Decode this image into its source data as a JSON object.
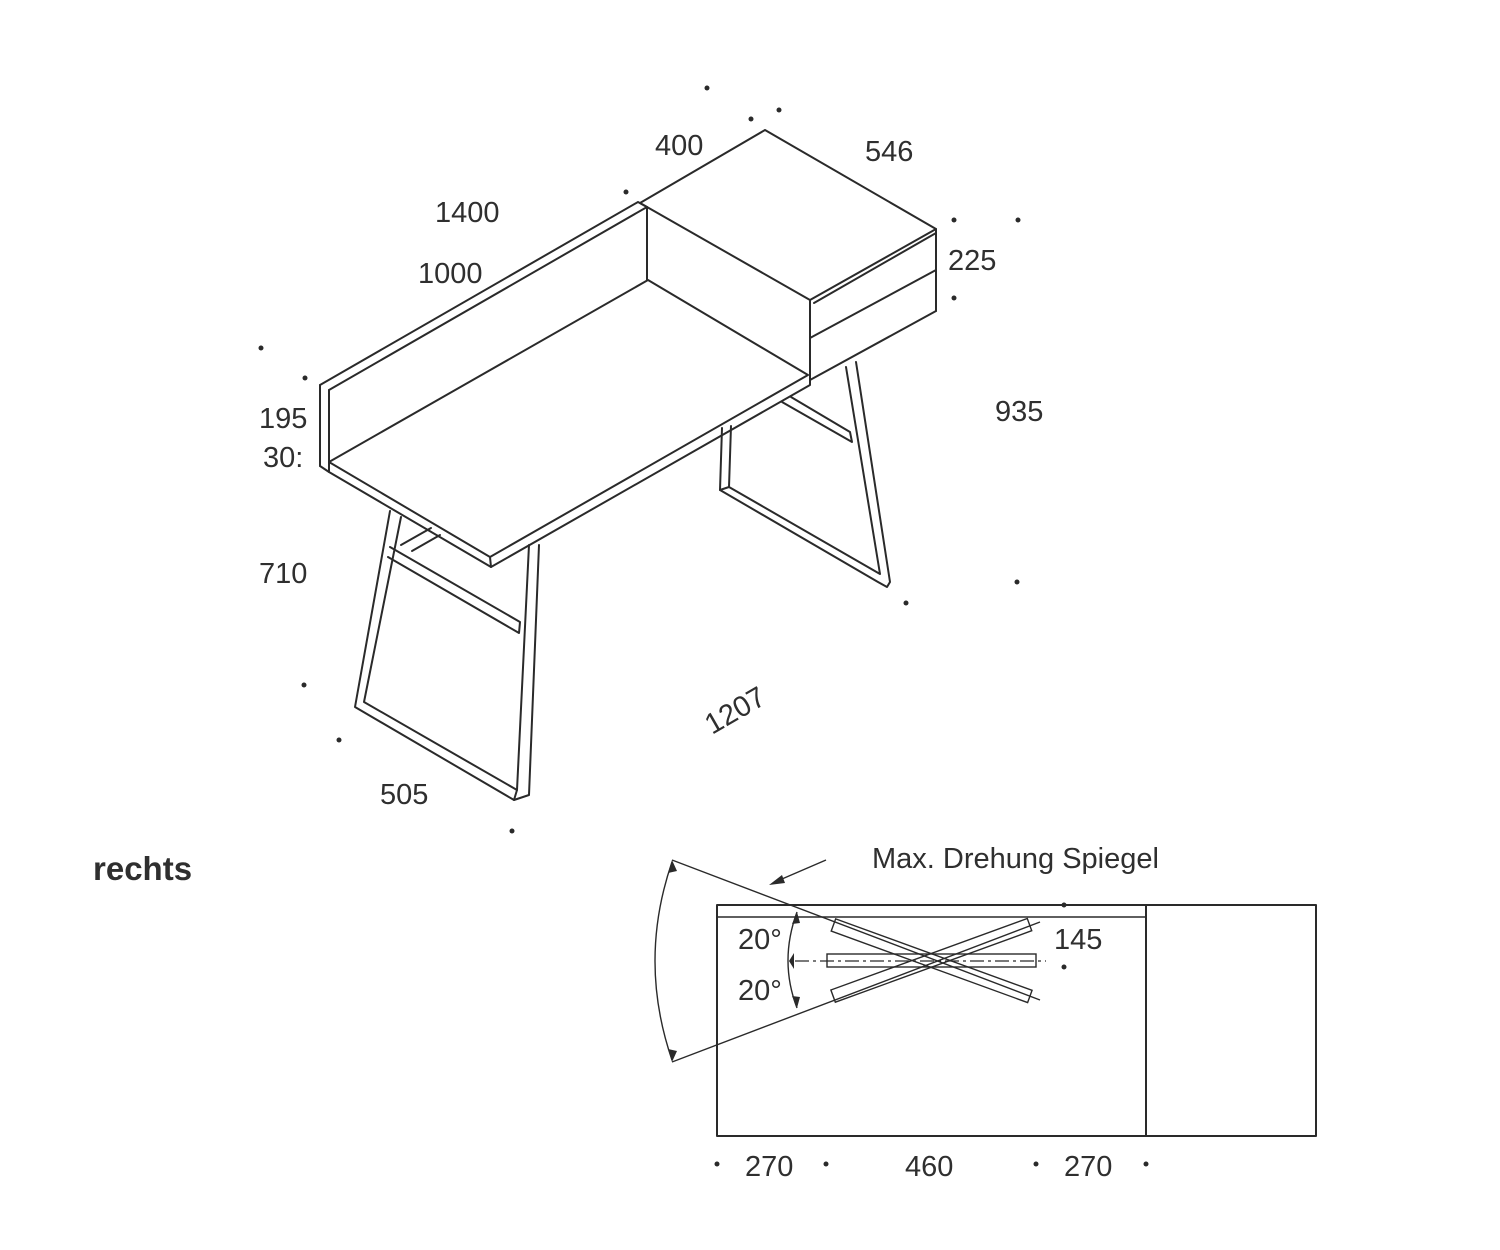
{
  "isometric_dimensions": {
    "depth_top": "400",
    "cabinet_width": "546",
    "total_width": "1400",
    "desk_width": "1000",
    "cabinet_height": "225",
    "back_height": "195",
    "top_thickness": "30:",
    "total_height": "935",
    "table_height": "710",
    "diagonal": "1207",
    "leg_depth": "505"
  },
  "section_label": "rechts",
  "plan_view": {
    "mirror_label": "Max. Drehung Spiegel",
    "angle_upper": "20°",
    "angle_lower": "20°",
    "mirror_width": "145",
    "bottom_left": "270",
    "bottom_middle": "460",
    "bottom_right": "270"
  }
}
